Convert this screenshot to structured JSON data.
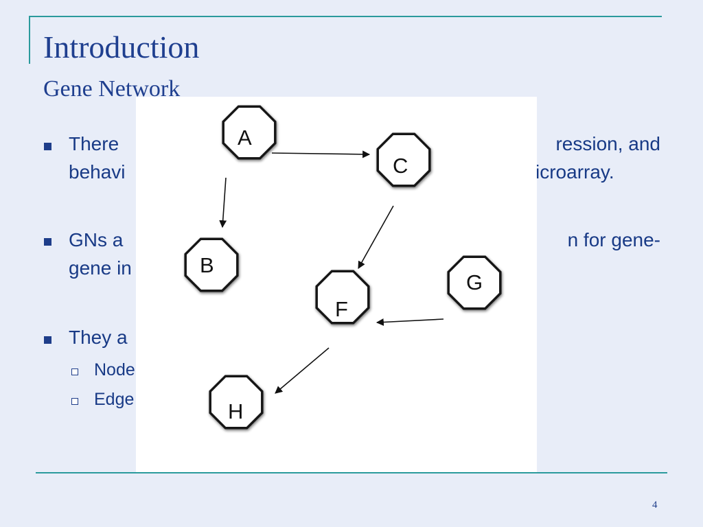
{
  "slide": {
    "title": "Introduction",
    "subtitle": "Gene Network",
    "page_number": "4"
  },
  "bullets": [
    {
      "line1": "There",
      "line1_right": "ression, and",
      "line2": "behavi",
      "line2_right": "icroarray."
    },
    {
      "line1": "GNs a",
      "line1_right": "n for gene-",
      "line2": "gene in"
    },
    {
      "line1": "They a"
    }
  ],
  "sub_bullets": [
    {
      "text": "Node"
    },
    {
      "text": "Edge"
    }
  ],
  "network": {
    "nodes": [
      "A",
      "B",
      "C",
      "F",
      "G",
      "H"
    ],
    "edges": [
      [
        "A",
        "C"
      ],
      [
        "A",
        "B"
      ],
      [
        "C",
        "F"
      ],
      [
        "G",
        "F"
      ],
      [
        "F",
        "H"
      ]
    ]
  },
  "colors": {
    "accent_rule": "#2a9a9c",
    "title_text": "#1f3f8f",
    "body_text": "#183a86",
    "background": "#e8edf8"
  }
}
